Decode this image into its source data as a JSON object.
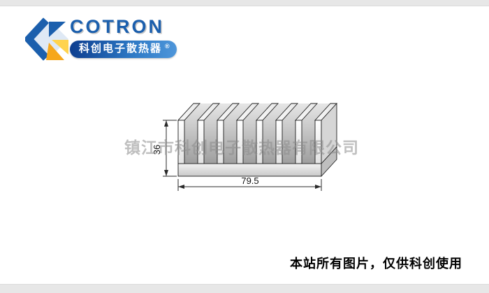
{
  "logo": {
    "brand": "COTRON",
    "subtitle": "科创电子散热器",
    "reg": "®",
    "colors": {
      "blue": "#1b5fad",
      "orange": "#f6a71c",
      "yellow": "#ffd34d"
    }
  },
  "drawing": {
    "type": "extruded-heatsink-profile",
    "fin_count": 8,
    "dim_height": "36",
    "dim_width": "79.5"
  },
  "watermark": {
    "text": "镇江市科创电子散热器有限公司"
  },
  "footer": {
    "note": "本站所有图片，仅供科创使用"
  }
}
